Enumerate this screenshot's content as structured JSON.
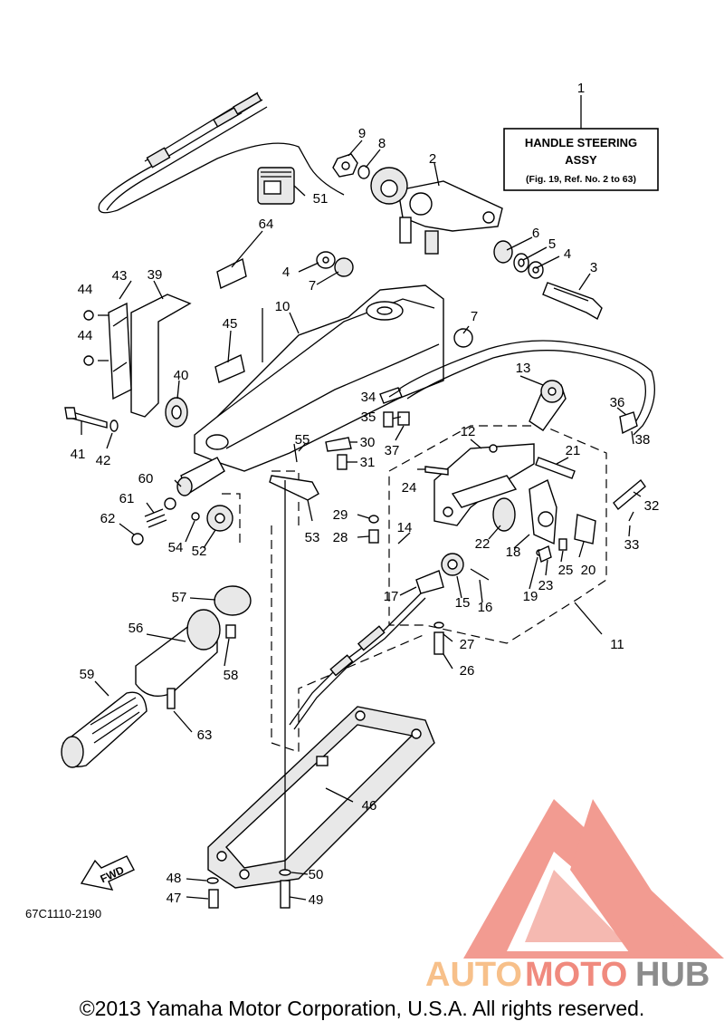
{
  "title_box": {
    "callout": "1",
    "line1": "HANDLE STEERING",
    "line2": "ASSY",
    "line3": "(Fig. 19, Ref. No. 2 to 63)"
  },
  "diagram_code": "67C1110-2190",
  "fwd_label": "FWD",
  "callouts": [
    "2",
    "3",
    "4",
    "4",
    "5",
    "6",
    "7",
    "7",
    "8",
    "9",
    "10",
    "11",
    "12",
    "13",
    "14",
    "15",
    "16",
    "17",
    "18",
    "19",
    "20",
    "21",
    "22",
    "23",
    "24",
    "25",
    "26",
    "27",
    "28",
    "29",
    "30",
    "31",
    "32",
    "33",
    "34",
    "35",
    "36",
    "37",
    "38",
    "39",
    "40",
    "41",
    "42",
    "43",
    "44",
    "44",
    "45",
    "46",
    "47",
    "48",
    "49",
    "50",
    "51",
    "52",
    "53",
    "54",
    "55",
    "56",
    "57",
    "58",
    "59",
    "60",
    "61",
    "62",
    "63",
    "64"
  ],
  "watermark": {
    "part1": "AUTO",
    "part2": "MOTO",
    "part3": "HUB",
    "color_auto": "#f7c08a",
    "color_moto": "#f08a7e",
    "color_hub": "#8c8c8c",
    "logo_color": "#f08a7e"
  },
  "copyright": "©2013 Yamaha Motor Corporation, U.S.A. All rights reserved."
}
